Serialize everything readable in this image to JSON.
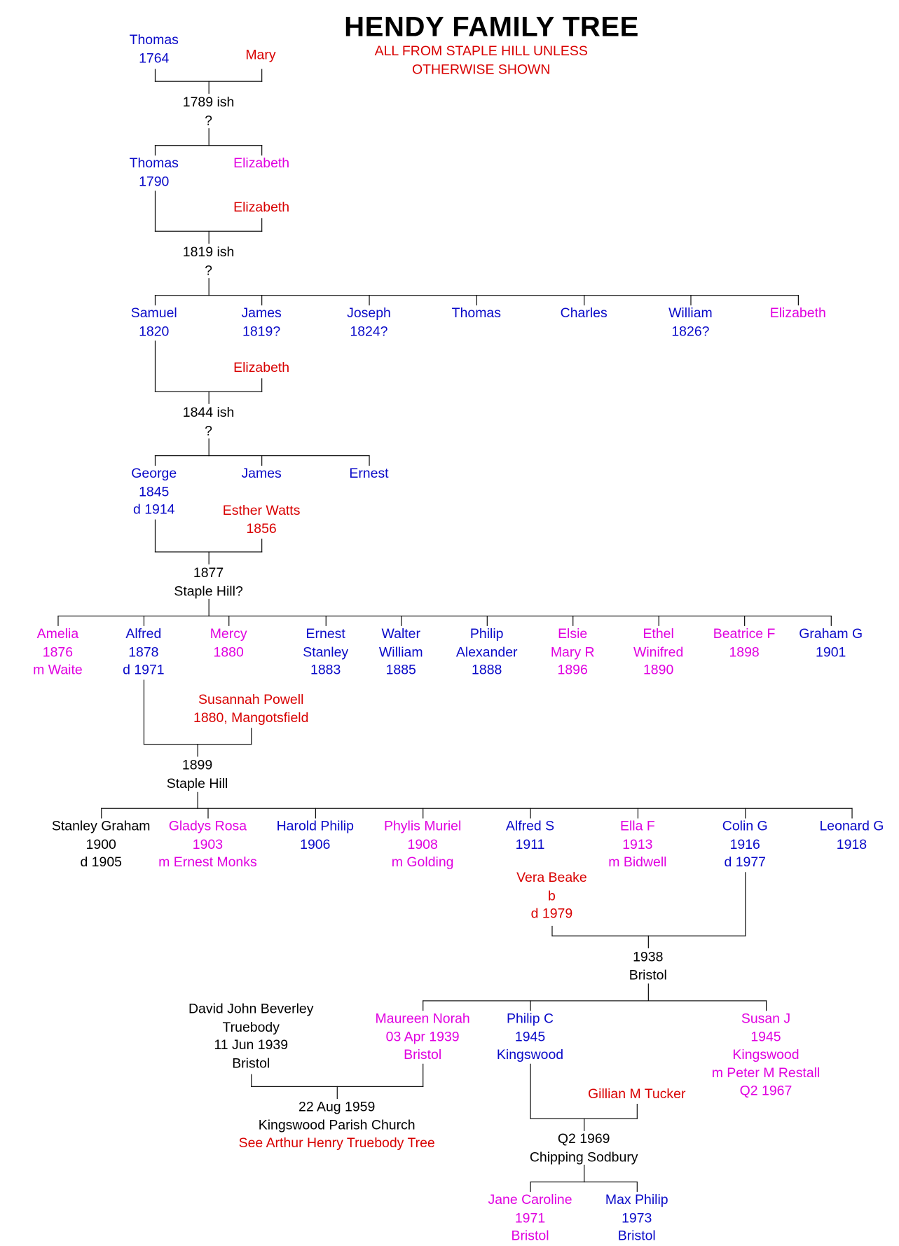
{
  "title": "HENDY FAMILY TREE",
  "subtitle": [
    "ALL FROM STAPLE HILL UNLESS",
    "OTHERWISE SHOWN"
  ],
  "colors": {
    "male": "#0a0ac8",
    "female": "#e000e0",
    "spouse": "#d80000",
    "event": "#000000",
    "note": "#d80000"
  },
  "nodes": [
    {
      "id": "thomas1764",
      "color": "male",
      "lines": [
        "Thomas",
        "1764"
      ]
    },
    {
      "id": "mary",
      "color": "spouse",
      "lines": [
        "Mary"
      ]
    },
    {
      "id": "m1789",
      "color": "event",
      "lines": [
        "1789 ish",
        "?"
      ]
    },
    {
      "id": "thomas1790",
      "color": "male",
      "lines": [
        "Thomas",
        "1790"
      ]
    },
    {
      "id": "elizabeth_sis",
      "color": "female",
      "lines": [
        "Elizabeth"
      ]
    },
    {
      "id": "elizabeth_w1",
      "color": "spouse",
      "lines": [
        "Elizabeth"
      ]
    },
    {
      "id": "m1819",
      "color": "event",
      "lines": [
        "1819 ish",
        "?"
      ]
    },
    {
      "id": "samuel",
      "color": "male",
      "lines": [
        "Samuel",
        "1820"
      ]
    },
    {
      "id": "james1819",
      "color": "male",
      "lines": [
        "James",
        "1819?"
      ]
    },
    {
      "id": "joseph",
      "color": "male",
      "lines": [
        "Joseph",
        "1824?"
      ]
    },
    {
      "id": "thomas_b",
      "color": "male",
      "lines": [
        "Thomas"
      ]
    },
    {
      "id": "charles",
      "color": "male",
      "lines": [
        "Charles"
      ]
    },
    {
      "id": "william",
      "color": "male",
      "lines": [
        "William",
        "1826?"
      ]
    },
    {
      "id": "elizabeth_d",
      "color": "female",
      "lines": [
        "Elizabeth"
      ]
    },
    {
      "id": "elizabeth_w2",
      "color": "spouse",
      "lines": [
        "Elizabeth"
      ]
    },
    {
      "id": "m1844",
      "color": "event",
      "lines": [
        "1844 ish",
        "?"
      ]
    },
    {
      "id": "george",
      "color": "male",
      "lines": [
        "George",
        "1845",
        "d 1914"
      ]
    },
    {
      "id": "james_b",
      "color": "male",
      "lines": [
        "James"
      ]
    },
    {
      "id": "ernest_b",
      "color": "male",
      "lines": [
        "Ernest"
      ]
    },
    {
      "id": "esther",
      "color": "spouse",
      "lines": [
        "Esther Watts",
        "1856"
      ]
    },
    {
      "id": "m1877",
      "color": "event",
      "lines": [
        "1877",
        "Staple Hill?"
      ]
    },
    {
      "id": "amelia",
      "color": "female",
      "lines": [
        "Amelia",
        "1876",
        "m Waite"
      ]
    },
    {
      "id": "alfred",
      "color": "male",
      "lines": [
        "Alfred",
        "1878",
        "d 1971"
      ]
    },
    {
      "id": "mercy",
      "color": "female",
      "lines": [
        "Mercy",
        "1880"
      ]
    },
    {
      "id": "ernest_s",
      "color": "male",
      "lines": [
        "Ernest",
        "Stanley",
        "1883"
      ]
    },
    {
      "id": "walter",
      "color": "male",
      "lines": [
        "Walter",
        "William",
        "1885"
      ]
    },
    {
      "id": "philip_a",
      "color": "male",
      "lines": [
        "Philip",
        "Alexander",
        "1888"
      ]
    },
    {
      "id": "elsie",
      "color": "female",
      "lines": [
        "Elsie",
        "Mary R",
        "1896"
      ]
    },
    {
      "id": "ethel",
      "color": "female",
      "lines": [
        "Ethel",
        "Winifred",
        "1890"
      ]
    },
    {
      "id": "beatrice",
      "color": "female",
      "lines": [
        "Beatrice F",
        "1898"
      ]
    },
    {
      "id": "graham",
      "color": "male",
      "lines": [
        "Graham G",
        "1901"
      ]
    },
    {
      "id": "susannah",
      "color": "spouse",
      "lines": [
        "Susannah Powell",
        "1880, Mangotsfield"
      ]
    },
    {
      "id": "m1899",
      "color": "event",
      "lines": [
        "1899",
        "Staple Hill"
      ]
    },
    {
      "id": "stanley",
      "color": "event",
      "lines": [
        "Stanley Graham",
        "1900",
        "d 1905"
      ]
    },
    {
      "id": "gladys",
      "color": "female",
      "lines": [
        "Gladys Rosa",
        "1903",
        "m Ernest Monks"
      ]
    },
    {
      "id": "harold",
      "color": "male",
      "lines": [
        "Harold Philip",
        "1906"
      ]
    },
    {
      "id": "phylis",
      "color": "female",
      "lines": [
        "Phylis Muriel",
        "1908",
        "m Golding"
      ]
    },
    {
      "id": "alfred_s",
      "color": "male",
      "lines": [
        "Alfred S",
        "1911"
      ]
    },
    {
      "id": "ella",
      "color": "female",
      "lines": [
        "Ella F",
        "1913",
        "m Bidwell"
      ]
    },
    {
      "id": "colin",
      "color": "male",
      "lines": [
        "Colin G",
        "1916",
        "d 1977"
      ]
    },
    {
      "id": "leonard",
      "color": "male",
      "lines": [
        "Leonard G",
        "1918"
      ]
    },
    {
      "id": "vera",
      "color": "spouse",
      "lines": [
        "Vera Beake",
        "b",
        "d 1979"
      ]
    },
    {
      "id": "m1938",
      "color": "event",
      "lines": [
        "1938",
        "Bristol"
      ]
    },
    {
      "id": "david",
      "color": "event",
      "lines": [
        "David John Beverley",
        "Truebody",
        "11 Jun 1939",
        "Bristol"
      ]
    },
    {
      "id": "maureen",
      "color": "female",
      "lines": [
        "Maureen Norah",
        "03 Apr 1939",
        "Bristol"
      ]
    },
    {
      "id": "philip_c",
      "color": "male",
      "lines": [
        "Philip C",
        "1945",
        "Kingswood"
      ]
    },
    {
      "id": "susan",
      "color": "female",
      "lines": [
        "Susan J",
        "1945",
        "Kingswood",
        "m Peter M Restall",
        "Q2 1967"
      ]
    },
    {
      "id": "m1959",
      "color": "event",
      "lines": [
        "22 Aug 1959",
        "Kingswood Parish Church"
      ],
      "note": "See Arthur Henry Truebody Tree"
    },
    {
      "id": "gillian",
      "color": "spouse",
      "lines": [
        "Gillian M Tucker"
      ]
    },
    {
      "id": "m1969",
      "color": "event",
      "lines": [
        "Q2 1969",
        "Chipping Sodbury"
      ]
    },
    {
      "id": "jane",
      "color": "female",
      "lines": [
        "Jane Caroline",
        "1971",
        "Bristol"
      ]
    },
    {
      "id": "max",
      "color": "male",
      "lines": [
        "Max Philip",
        "1973",
        "Bristol"
      ]
    }
  ]
}
